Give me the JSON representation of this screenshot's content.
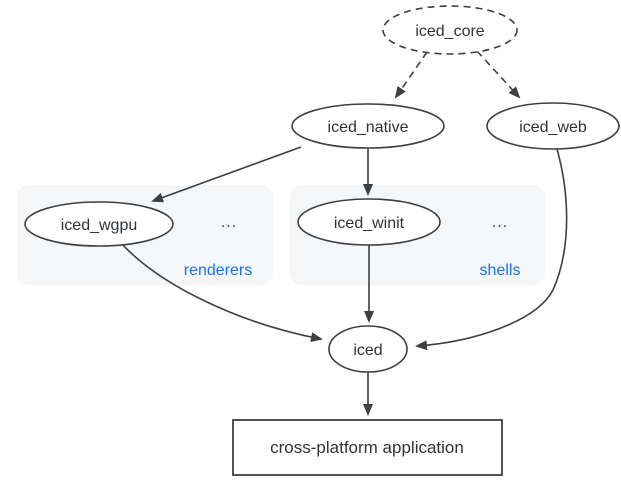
{
  "nodes": {
    "iced_core": {
      "label": "iced_core"
    },
    "iced_native": {
      "label": "iced_native"
    },
    "iced_web": {
      "label": "iced_web"
    },
    "iced_wgpu": {
      "label": "iced_wgpu"
    },
    "iced_winit": {
      "label": "iced_winit"
    },
    "iced": {
      "label": "iced"
    },
    "application": {
      "label": "cross-platform application"
    }
  },
  "groups": {
    "renderers": {
      "label": "renderers",
      "ellipsis": "..."
    },
    "shells": {
      "label": "shells",
      "ellipsis": "..."
    }
  },
  "edges": [
    {
      "from": "iced_core",
      "to": "iced_native",
      "style": "dashed"
    },
    {
      "from": "iced_core",
      "to": "iced_web",
      "style": "dashed"
    },
    {
      "from": "iced_native",
      "to": "iced_wgpu",
      "style": "solid"
    },
    {
      "from": "iced_native",
      "to": "iced_winit",
      "style": "solid"
    },
    {
      "from": "iced_wgpu",
      "to": "iced",
      "style": "solid"
    },
    {
      "from": "iced_winit",
      "to": "iced",
      "style": "solid"
    },
    {
      "from": "iced_web",
      "to": "iced",
      "style": "solid"
    },
    {
      "from": "iced",
      "to": "application",
      "style": "solid"
    }
  ],
  "colors": {
    "stroke": "#3c4043",
    "text": "#2e3338",
    "group_fill": "#f4f6f8",
    "group_label": "#1a73e8",
    "background": "#ffffff"
  }
}
